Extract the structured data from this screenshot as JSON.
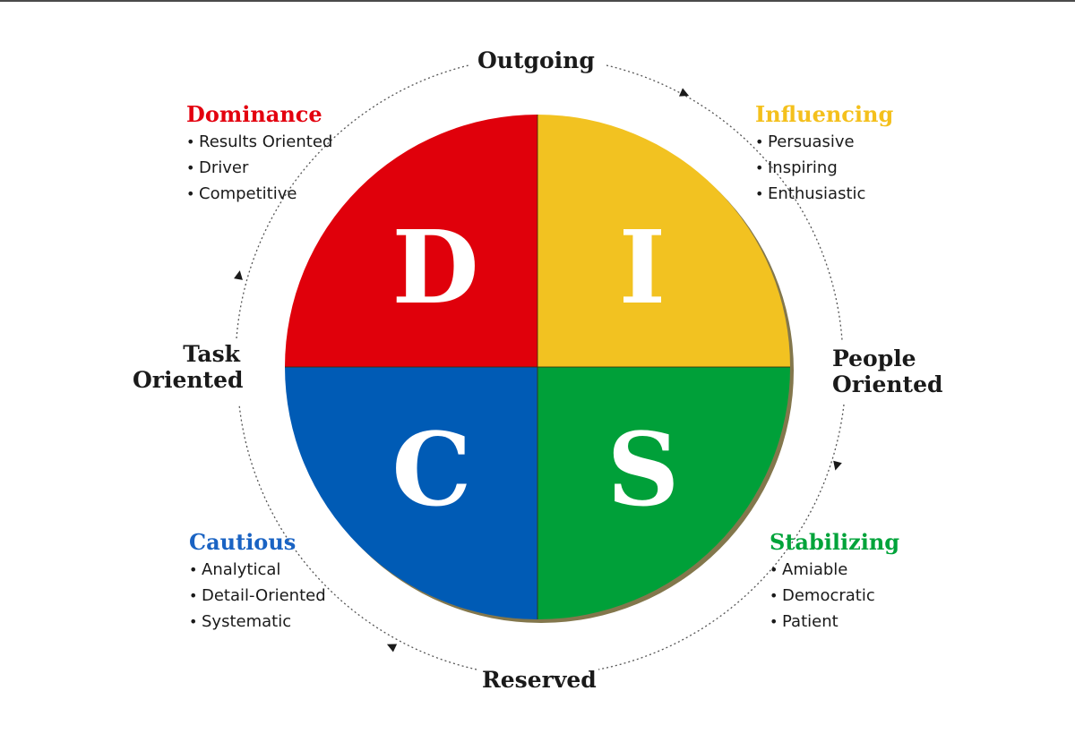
{
  "axes": {
    "top": "Outgoing",
    "bottom": "Reserved",
    "left": [
      "Task",
      "Oriented"
    ],
    "right": [
      "People",
      "Oriented"
    ]
  },
  "quadrants": {
    "d": {
      "letter": "D",
      "color": "#e0000b"
    },
    "i": {
      "letter": "I",
      "color": "#f2c221"
    },
    "c": {
      "letter": "C",
      "color": "#005bb5"
    },
    "s": {
      "letter": "S",
      "color": "#00a039"
    }
  },
  "traits": {
    "dominance": {
      "title": "Dominance",
      "color": "#e3000f",
      "items": [
        "Results Oriented",
        "Driver",
        "Competitive"
      ]
    },
    "influencing": {
      "title": "Influencing",
      "color": "#f4c01c",
      "items": [
        "Persuasive",
        "Inspiring",
        "Enthusiastic"
      ]
    },
    "cautious": {
      "title": "Cautious",
      "color": "#1a63c3",
      "items": [
        "Analytical",
        "Detail-Oriented",
        "Systematic"
      ]
    },
    "stabilizing": {
      "title": "Stabilizing",
      "color": "#00a33a",
      "items": [
        "Amiable",
        "Democratic",
        "Patient"
      ]
    }
  }
}
